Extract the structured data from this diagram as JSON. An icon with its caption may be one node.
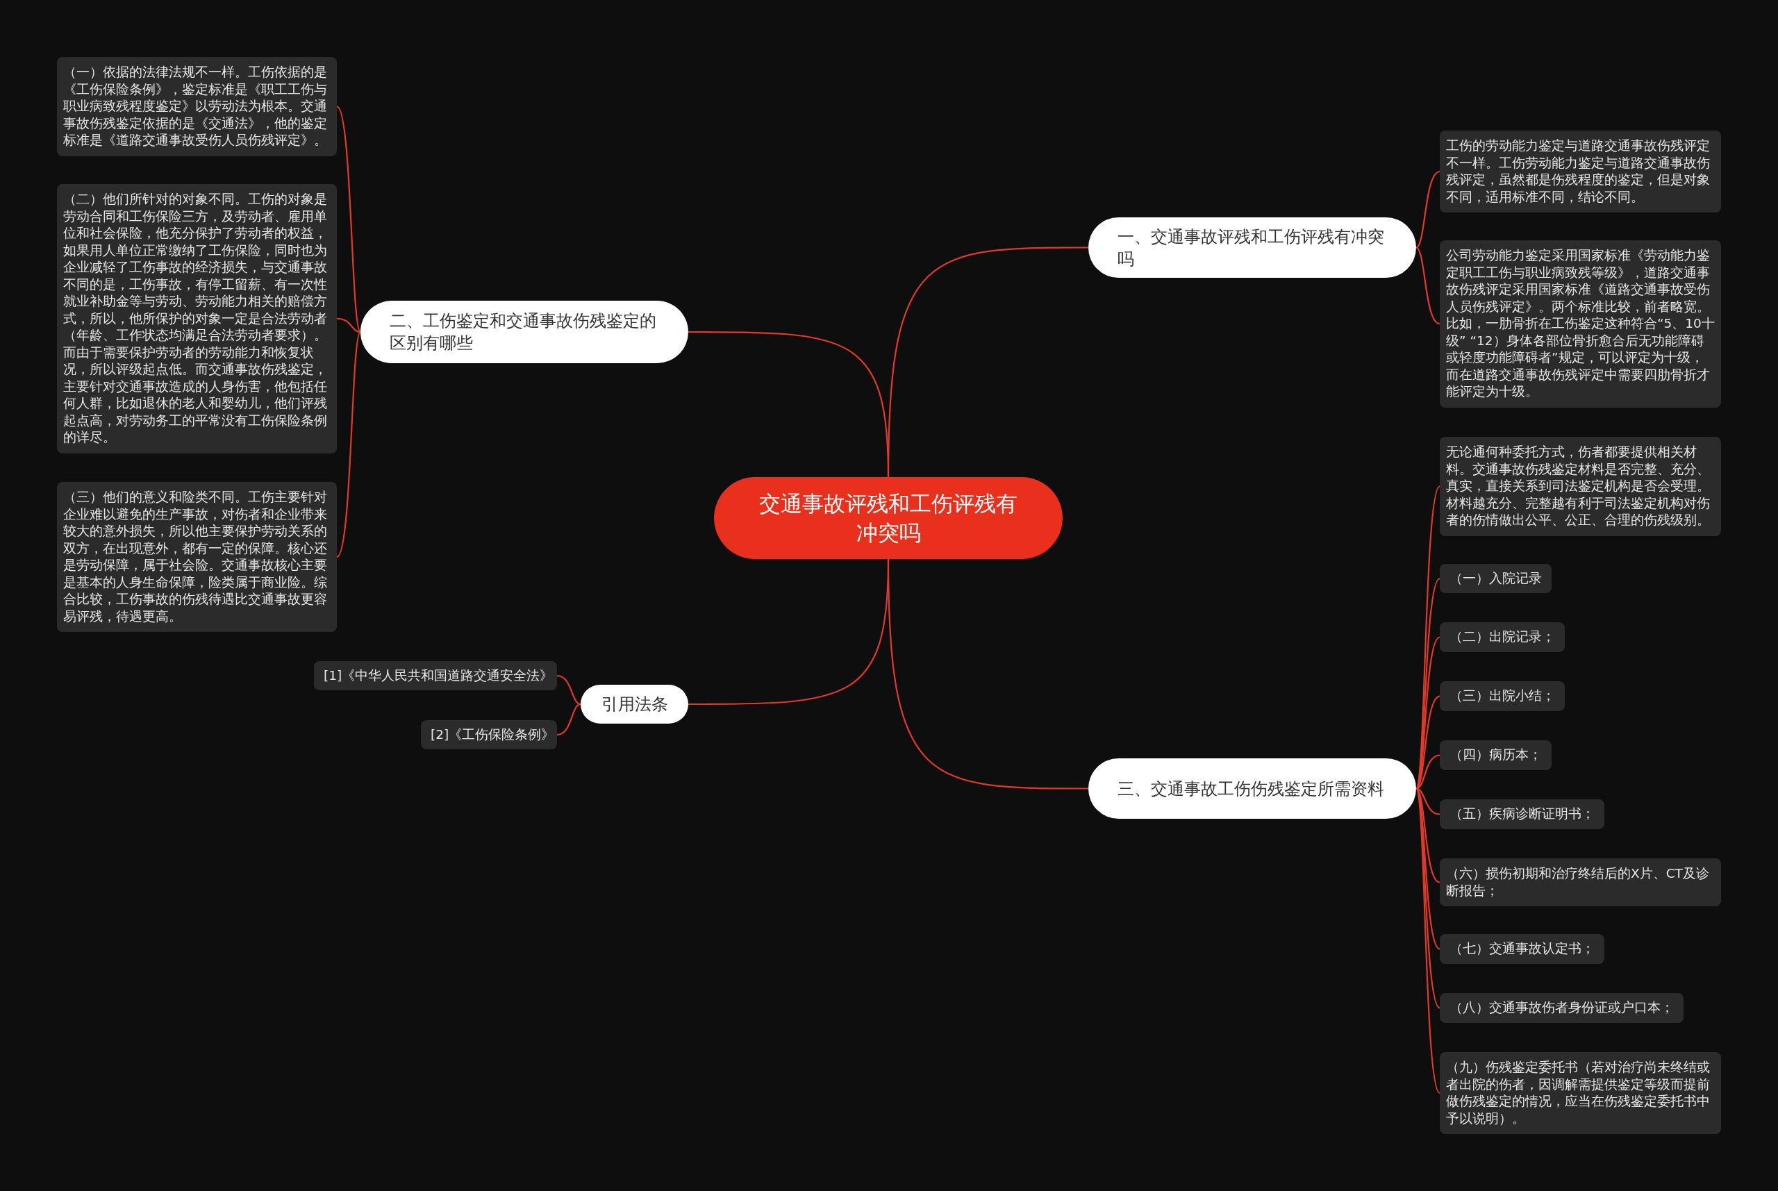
{
  "diagram": {
    "nodes": [
      {
        "text": [
          "交通事故评残和工伤评残有冲突吗"
        ]
      },
      {
        "text": [
          "一、交通事故评残和工伤评残有冲突吗"
        ]
      },
      {
        "text": [
          "工伤的劳动能力鉴定与道路交通事故伤残评定不一样。工伤劳动能力鉴定与道路交通事故伤残评定，虽然都是伤残程度的鉴定，但是对象不同，适用标准不同，结论不同。"
        ]
      },
      {
        "text": [
          "公司劳动能力鉴定采用国家标准《劳动能力鉴定职工工伤与职业病致残等级》，道路交通事故伤残评定采用国家标准《道路交通事故受伤人员伤残评定》。两个标准比较，前者略宽。比如，一肋骨折在工伤鉴定这种符合“5、10十级” “12）身体各部位骨折愈合后无功能障碍或轻度功能障碍者”规定，可以评定为十级，而在道路交通事故伤残评定中需要四肋骨折才能评定为十级。"
        ]
      },
      {
        "text": [
          "二、工伤鉴定和交通事故伤残鉴定的区别有哪些"
        ]
      },
      {
        "text": [
          "（一）依据的法律法规不一样。工伤依据的是《工伤保险条例》，鉴定标准是《职工工伤与职业病致残程度鉴定》以劳动法为根本。交通事故伤残鉴定依据的是《交通法》，他的鉴定标准是《道路交通事故受伤人员伤残评定》。"
        ]
      },
      {
        "text": [
          "（二）他们所针对的对象不同。工伤的对象是劳动合同和工伤保险三方，及劳动者、雇用单位和社会保险，他充分保护了劳动者的权益，如果用人单位正常缴纳了工伤保险，同时也为企业减轻了工伤事故的经济损失，与交通事故不同的是，工伤事故，有停工留薪、有一次性就业补助金等与劳动、劳动能力相关的赔偿方式，所以，他所保护的对象一定是合法劳动者（年龄、工作状态均满足合法劳动者要求）。而由于需要保护劳动者的劳动能力和恢复状况，所以评级起点低。而交通事故伤残鉴定，主要针对交通事故造成的人身伤害，他包括任何人群，比如退休的老人和婴幼儿，他们评残起点高，对劳动务工的平常没有工伤保险条例的详尽。"
        ]
      },
      {
        "text": [
          "（三）他们的意义和险类不同。工伤主要针对企业难以避免的生产事故，对伤者和企业带来较大的意外损失，所以他主要保护劳动关系的双方，在出现意外，都有一定的保障。核心还是劳动保障，属于社会险。交通事故核心主要是基本的人身生命保障，险类属于商业险。综合比较，工伤事故的伤残待遇比交通事故更容易评残，待遇更高。"
        ]
      },
      {
        "text": [
          "引用法条"
        ]
      },
      {
        "text": [
          "[1]《中华人民共和国道路交通安全法》"
        ]
      },
      {
        "text": [
          "[2]《工伤保险条例》"
        ]
      },
      {
        "text": [
          "三、交通事故工伤伤残鉴定所需资料"
        ]
      },
      {
        "text": [
          "无论通何种委托方式，伤者都要提供相关材料。交通事故伤残鉴定材料是否完整、充分、真实，直接关系到司法鉴定机构是否会受理。材料越充分、完整越有利于司法鉴定机构对伤者的伤情做出公平、公正、合理的伤残级别。"
        ]
      },
      {
        "text": [
          "（一）入院记录"
        ]
      },
      {
        "text": [
          "（二）出院记录；"
        ]
      },
      {
        "text": [
          "（三）出院小结；"
        ]
      },
      {
        "text": [
          "（四）病历本；"
        ]
      },
      {
        "text": [
          "（五）疾病诊断证明书；"
        ]
      },
      {
        "text": [
          "（六）损伤初期和治疗终结后的X片、CT及诊断报告；"
        ]
      },
      {
        "text": [
          "（七）交通事故认定书；"
        ]
      },
      {
        "text": [
          "（八）交通事故伤者身份证或户口本；"
        ]
      },
      {
        "text": [
          "（九）伤残鉴定委托书（若对治疗尚未终结或者出院的伤者，因调解需提供鉴定等级而提前做伤残鉴定的情况，应当在伤残鉴定委托书中予以说明）。"
        ]
      }
    ],
    "edges": [
      {
        "from": 0,
        "to": 1,
        "arrow": "none"
      },
      {
        "from": 1,
        "to": 2,
        "arrow": "none"
      },
      {
        "from": 1,
        "to": 3,
        "arrow": "none"
      },
      {
        "from": 0,
        "to": 4,
        "arrow": "none"
      },
      {
        "from": 4,
        "to": 5,
        "arrow": "none"
      },
      {
        "from": 4,
        "to": 6,
        "arrow": "none"
      },
      {
        "from": 4,
        "to": 7,
        "arrow": "none"
      },
      {
        "from": 0,
        "to": 8,
        "arrow": "none"
      },
      {
        "from": 8,
        "to": 9,
        "arrow": "none"
      },
      {
        "from": 8,
        "to": 10,
        "arrow": "none"
      },
      {
        "from": 0,
        "to": 11,
        "arrow": "none"
      },
      {
        "from": 11,
        "to": 12,
        "arrow": "none"
      },
      {
        "from": 11,
        "to": 13,
        "arrow": "none"
      },
      {
        "from": 11,
        "to": 14,
        "arrow": "none"
      },
      {
        "from": 11,
        "to": 15,
        "arrow": "none"
      },
      {
        "from": 11,
        "to": 16,
        "arrow": "none"
      },
      {
        "from": 11,
        "to": 17,
        "arrow": "none"
      },
      {
        "from": 11,
        "to": 18,
        "arrow": "none"
      },
      {
        "from": 11,
        "to": 19,
        "arrow": "none"
      },
      {
        "from": 11,
        "to": 20,
        "arrow": "none"
      },
      {
        "from": 11,
        "to": 21,
        "arrow": "none"
      }
    ]
  }
}
